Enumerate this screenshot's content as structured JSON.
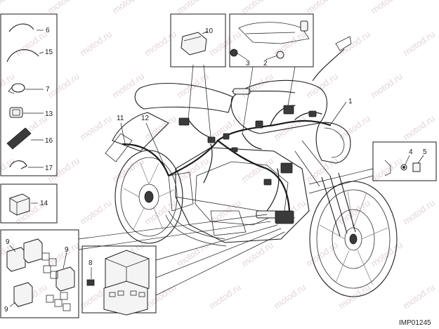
{
  "callouts": {
    "c1": "1",
    "c2": "2",
    "c3": "3",
    "c4": "4",
    "c5": "5",
    "c6": "6",
    "c7": "7",
    "c8": "8",
    "c9a": "9",
    "c9b": "9",
    "c9c": "9",
    "c10": "10",
    "c11": "11",
    "c12": "12",
    "c13": "13",
    "c14": "14",
    "c15": "15",
    "c16": "16",
    "c17": "17"
  },
  "figure_code": "IMP01245",
  "watermark_text": "motod.ru"
}
